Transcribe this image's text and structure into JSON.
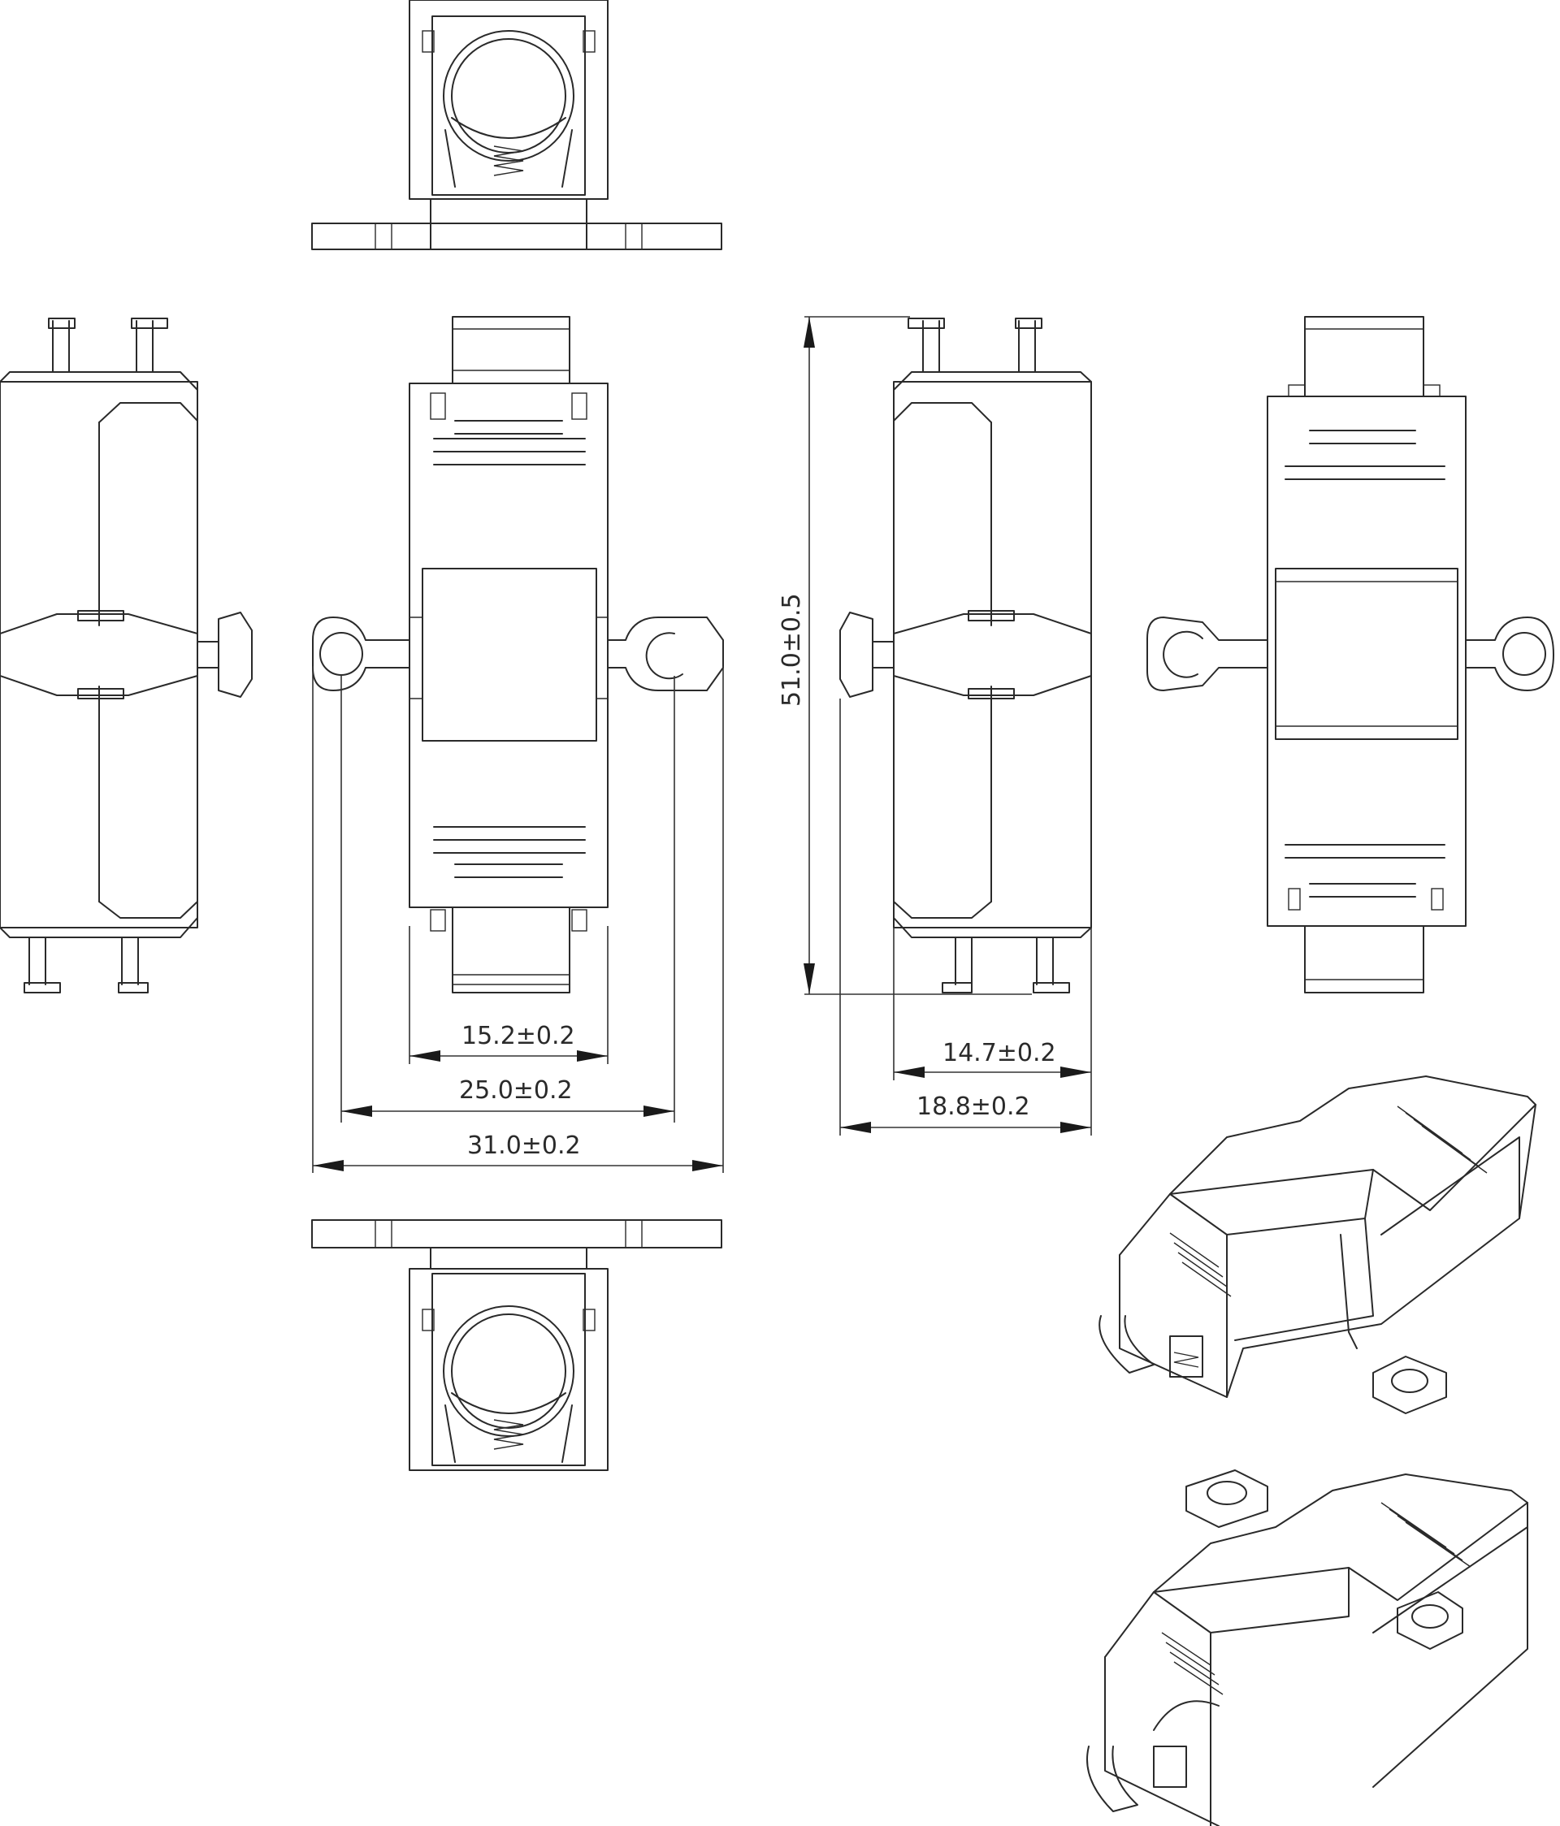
{
  "colors": {
    "line": "#2a2a2a",
    "background": "#ffffff"
  },
  "dimensions": {
    "d_15_2": "15.2±0.2",
    "d_25_0": "25.0±0.2",
    "d_31_0": "31.0±0.2",
    "d_51_0": "51.0±0.5",
    "d_14_7": "14.7±0.2",
    "d_18_8": "18.8±0.2"
  }
}
